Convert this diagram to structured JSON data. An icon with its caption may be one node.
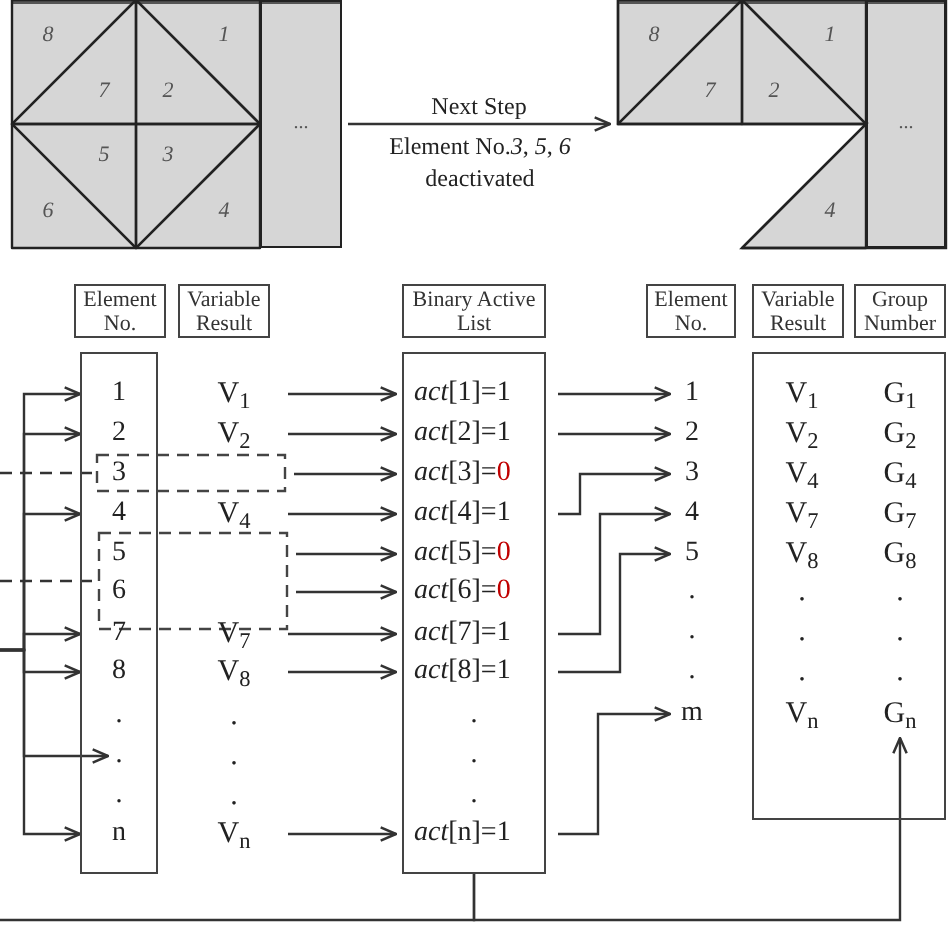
{
  "diagram": {
    "nodes": [
      {
        "text": [],
        "shape": "box"
      },
      {
        "text": [
          "8"
        ],
        "in": 0
      },
      {
        "text": [
          "1"
        ],
        "in": 0
      },
      {
        "text": [
          "7"
        ],
        "in": 0
      },
      {
        "text": [
          "2"
        ],
        "in": 0
      },
      {
        "text": [
          "5"
        ],
        "in": 0
      },
      {
        "text": [
          "3"
        ],
        "in": 0
      },
      {
        "text": [
          "6"
        ],
        "in": 0
      },
      {
        "text": [
          "4"
        ],
        "in": 0
      },
      {
        "text": [
          "..."
        ],
        "in": 0
      },
      {
        "text": [],
        "shape": "picture"
      },
      {
        "text": [
          "8"
        ],
        "in": 10
      },
      {
        "text": [
          "1"
        ],
        "in": 10
      },
      {
        "text": [
          "7"
        ],
        "in": 10
      },
      {
        "text": [
          "2"
        ],
        "in": 10
      },
      {
        "text": [
          "4"
        ],
        "in": 10
      },
      {
        "text": [
          "..."
        ],
        "in": 10
      },
      {
        "text": [
          "Element No."
        ]
      },
      {
        "text": [
          "Variable Result"
        ]
      },
      {
        "text": [
          "Binary Active List"
        ]
      },
      {
        "text": [
          "Element No."
        ]
      },
      {
        "text": [
          "Variable Result"
        ]
      },
      {
        "text": [
          "Group Number"
        ]
      },
      {
        "text": [],
        "shape": "box"
      },
      {
        "text": [
          "1"
        ],
        "in": 23
      },
      {
        "text": [
          "2"
        ],
        "in": 23
      },
      {
        "text": [
          "3"
        ]
      },
      {
        "text": [
          "4"
        ],
        "in": 23
      },
      {
        "text": [
          "5"
        ]
      },
      {
        "text": [
          "6"
        ]
      },
      {
        "text": [
          "7"
        ],
        "in": 23
      },
      {
        "text": [
          "8"
        ],
        "in": 23
      },
      {
        "text": [
          "."
        ],
        "in": 23
      },
      {
        "text": [
          "."
        ],
        "in": 23
      },
      {
        "text": [
          "."
        ],
        "in": 23
      },
      {
        "text": [
          "n"
        ],
        "in": 23
      },
      {
        "text": [],
        "shape": "box"
      },
      {
        "text": [],
        "shape": "box"
      },
      {
        "text": [
          "V$_{1}$"
        ]
      },
      {
        "text": [
          "V$_{2}$"
        ]
      },
      {
        "text": [
          "V$_{4}$"
        ]
      },
      {
        "text": [
          "V$_{7}$"
        ]
      },
      {
        "text": [
          "V$_{8}$"
        ]
      },
      {
        "text": [
          "V$_{n}$"
        ]
      },
      {
        "text": [],
        "shape": "box"
      },
      {
        "text": [
          "*act*[1]=",
          "1"
        ],
        "in": 44
      },
      {
        "text": [
          "*act*[2]=",
          "1"
        ],
        "in": 44
      },
      {
        "text": [
          "*act*[3]=",
          "0"
        ],
        "in": 44
      },
      {
        "text": [
          "*act*[4]=",
          "1"
        ],
        "in": 44
      },
      {
        "text": [
          "*act*[5]=",
          "0"
        ],
        "in": 44
      },
      {
        "text": [
          "*act*[6]=",
          "0"
        ],
        "in": 44
      },
      {
        "text": [
          "*act*[7]=",
          "1"
        ],
        "in": 44
      },
      {
        "text": [
          "*act*[8]=",
          "1"
        ],
        "in": 44
      },
      {
        "text": [
          "."
        ],
        "in": 44
      },
      {
        "text": [
          "."
        ],
        "in": 44
      },
      {
        "text": [
          "."
        ],
        "in": 44
      },
      {
        "text": [
          "*act*[n]=",
          "1"
        ],
        "in": 44
      },
      {
        "text": [
          "1"
        ]
      },
      {
        "text": [
          "2"
        ]
      },
      {
        "text": [
          "3"
        ]
      },
      {
        "text": [
          "4"
        ]
      },
      {
        "text": [
          "5"
        ]
      },
      {
        "text": [
          "m"
        ]
      },
      {
        "text": [],
        "shape": "box"
      },
      {
        "text": [
          "V$_{1}$"
        ],
        "in": 63
      },
      {
        "text": [
          "G$_{1}$"
        ],
        "in": 63
      },
      {
        "text": [
          "V$_{2}$"
        ],
        "in": 63
      },
      {
        "text": [
          "G$_{2}$"
        ],
        "in": 63
      },
      {
        "text": [
          "V$_{4}$"
        ],
        "in": 63
      },
      {
        "text": [
          "G$_{4}$"
        ],
        "in": 63
      },
      {
        "text": [
          "V$_{7}$"
        ],
        "in": 63
      },
      {
        "text": [
          "G$_{7}$"
        ],
        "in": 63
      },
      {
        "text": [
          "V$_{8}$"
        ],
        "in": 63
      },
      {
        "text": [
          "G$_{8}$"
        ],
        "in": 63
      },
      {
        "text": [
          "."
        ],
        "in": 63
      },
      {
        "text": [
          "."
        ],
        "in": 63
      },
      {
        "text": [
          "."
        ],
        "in": 63
      },
      {
        "text": [
          "."
        ],
        "in": 63
      },
      {
        "text": [
          "."
        ],
        "in": 63
      },
      {
        "text": [
          "."
        ],
        "in": 63
      },
      {
        "text": [
          "V$_{n}$"
        ],
        "in": 63
      },
      {
        "text": [
          "G$_{n}$"
        ],
        "in": 63
      }
    ],
    "edges": [
      {
        "from": 0,
        "to": 10,
        "arrow": "to",
        "label": "Next Step"
      },
      {
        "from": null,
        "to": 24,
        "arrow": "to"
      },
      {
        "from": null,
        "to": 25,
        "arrow": "to"
      },
      {
        "from": null,
        "to": 27,
        "arrow": "to"
      },
      {
        "from": null,
        "to": 30,
        "arrow": "to"
      },
      {
        "from": null,
        "to": 31,
        "arrow": "to"
      },
      {
        "from": null,
        "to": 33,
        "arrow": "to"
      },
      {
        "from": null,
        "to": 35,
        "arrow": "to"
      },
      {
        "from": null,
        "to": 36,
        "arrow": "none",
        "style": "dashed"
      },
      {
        "from": null,
        "to": 37,
        "arrow": "none",
        "style": "dashed"
      },
      {
        "from": 38,
        "to": 45,
        "arrow": "to"
      },
      {
        "from": 39,
        "to": 46,
        "arrow": "to"
      },
      {
        "from": 36,
        "to": 47,
        "arrow": "to"
      },
      {
        "from": 40,
        "to": 48,
        "arrow": "to"
      },
      {
        "from": 37,
        "to": 49,
        "arrow": "to"
      },
      {
        "from": 37,
        "to": 50,
        "arrow": "to"
      },
      {
        "from": 41,
        "to": 51,
        "arrow": "to"
      },
      {
        "from": 42,
        "to": 52,
        "arrow": "to"
      },
      {
        "from": 43,
        "to": 56,
        "arrow": "to"
      },
      {
        "from": 45,
        "to": 57,
        "arrow": "to"
      },
      {
        "from": 46,
        "to": 58,
        "arrow": "to"
      },
      {
        "from": 48,
        "to": 59,
        "arrow": "to"
      },
      {
        "from": 51,
        "to": 60,
        "arrow": "to"
      },
      {
        "from": 52,
        "to": 61,
        "arrow": "to"
      },
      {
        "from": 56,
        "to": 62,
        "arrow": "to"
      },
      {
        "from": 44,
        "to": 81,
        "arrow": "to"
      },
      {
        "from": 44,
        "to": null,
        "arrow": "none"
      }
    ],
    "labels": [
      "Element No.*3*, *5*, *6* deactivated",
      ".",
      ".",
      ".",
      ".",
      ".",
      "."
    ]
  }
}
